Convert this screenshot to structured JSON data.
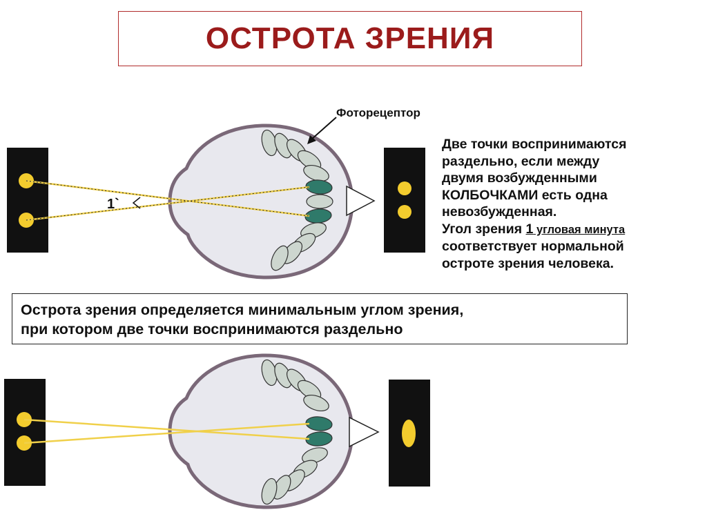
{
  "title": "ОСТРОТА ЗРЕНИЯ",
  "photoreceptor_label": "Фоторецептор",
  "angle_label": "1`",
  "description": {
    "line1": "Две точки воспринимаются",
    "line2": "раздельно, если между",
    "line3": "двумя возбужденными",
    "line4": "КОЛБОЧКАМИ есть одна",
    "line5": "невозбужденная.",
    "line6_prefix": "Угол зрения ",
    "line6_underlined": "1",
    "line6_small": " угловая минута",
    "line7": "соответствует нормальной",
    "line8": "остроте зрения человека."
  },
  "definition": {
    "line1": "Острота зрения определяется минимальным углом зрения,",
    "line2": "при котором две точки воспринимаются раздельно"
  },
  "colors": {
    "title_red": "#9b1b1b",
    "panel_black": "#111111",
    "dot_yellow": "#f3cc2e",
    "ray_yellow": "#f0d04a",
    "eye_outline": "#7a6878",
    "eye_fill": "#e8e8ee",
    "cone_normal": "#cdd6cf",
    "cone_excited": "#2f7a6a"
  }
}
